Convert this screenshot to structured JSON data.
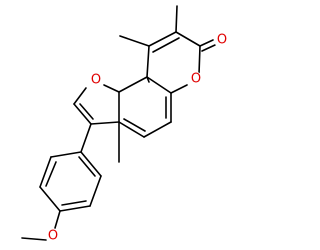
{
  "molecule": {
    "atoms": [
      {
        "symbol": "O",
        "color": "#e00000"
      },
      {
        "symbol": "O",
        "color": "#e00000"
      },
      {
        "symbol": "O",
        "color": "#e00000"
      },
      {
        "symbol": "O",
        "color": "#e00000"
      }
    ],
    "bond_color": "#000000"
  }
}
